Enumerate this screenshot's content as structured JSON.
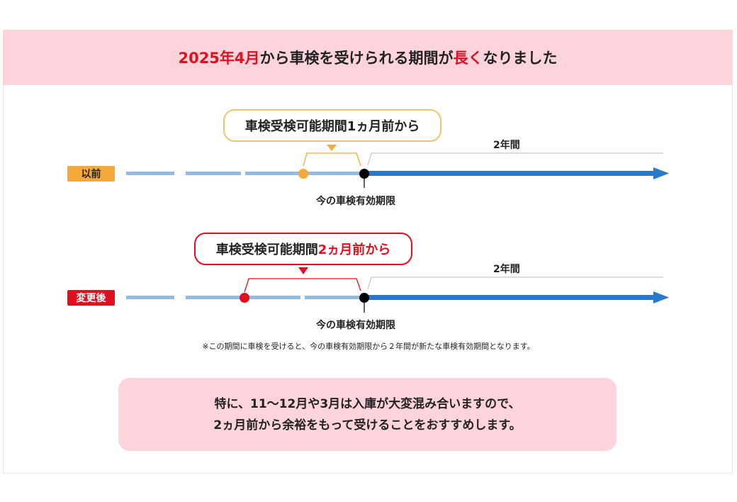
{
  "header": {
    "title_red1": "2025年4月",
    "title_mid": "から車検を受けられる期間が",
    "title_red2": "長く",
    "title_end": "なりました"
  },
  "before": {
    "tag": "以前",
    "bubble": "車検受検可能期間1ヵ月前から",
    "period": "2年間",
    "deadline": "今の車検有効期限"
  },
  "after": {
    "tag": "変更後",
    "bubble_a": "車検受検可能期間",
    "bubble_b": "2ヵ月前から",
    "period": "2年間",
    "deadline": "今の車検有効期限"
  },
  "note": "※この期間に車検を受けると、今の車検有効期限から２年間が新たな車検有効期間となります。",
  "advice": {
    "line1": "特に、11〜12月や3月は入庫が大変混み合いますので、",
    "line2": "2ヵ月前から余裕をもって受けることをおすすめします。"
  },
  "colors": {
    "orange": "#f4a93a",
    "red": "#e0101e",
    "blue": "#2a78c8",
    "lightblue": "#93bbe2",
    "pink": "#fdd3dc"
  }
}
